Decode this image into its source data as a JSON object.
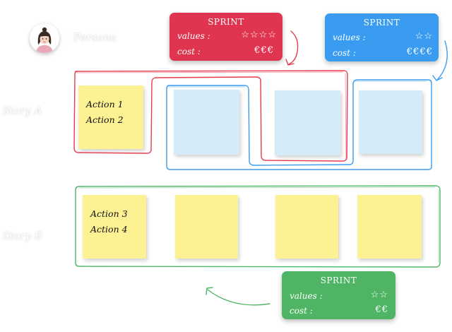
{
  "persona": {
    "label": "Persona"
  },
  "stories": [
    {
      "label": "Story A",
      "notes": [
        {
          "color": "yellow",
          "lines": [
            "Action 1",
            "Action 2"
          ]
        },
        {
          "color": "blue",
          "lines": []
        },
        {
          "color": "blue",
          "lines": []
        },
        {
          "color": "blue",
          "lines": []
        }
      ]
    },
    {
      "label": "Story B",
      "notes": [
        {
          "color": "yellow",
          "lines": [
            "Action 3",
            "Action 4"
          ]
        },
        {
          "color": "yellow",
          "lines": []
        },
        {
          "color": "yellow",
          "lines": []
        },
        {
          "color": "yellow",
          "lines": []
        }
      ]
    }
  ],
  "sprints": [
    {
      "id": "red",
      "color": "#df3550",
      "title": "SPRINT",
      "values_label": "values :",
      "values": "☆☆☆☆",
      "cost_label": "cost :",
      "cost": "€€€"
    },
    {
      "id": "blue",
      "color": "#3a9cf0",
      "title": "SPRINT",
      "values_label": "values :",
      "values": "☆☆",
      "cost_label": "cost :",
      "cost": "€€€€"
    },
    {
      "id": "green",
      "color": "#4fb565",
      "title": "SPRINT",
      "values_label": "values :",
      "values": "☆☆",
      "cost_label": "cost :",
      "cost": "€€"
    }
  ]
}
